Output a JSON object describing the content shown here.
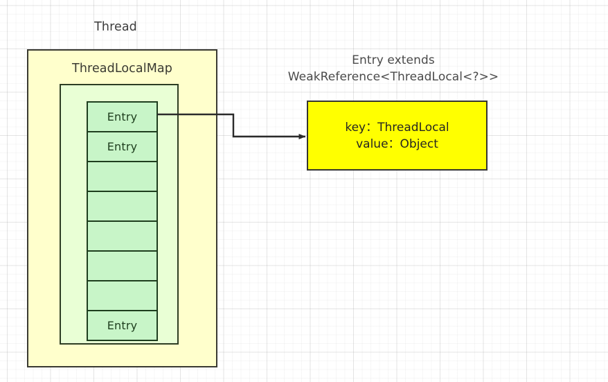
{
  "diagram": {
    "title_thread": "Thread",
    "title_threadlocalmap": "ThreadLocalMap",
    "entry_extends_line1": "Entry extends",
    "entry_extends_line2": "WeakReference<ThreadLocal<?>>",
    "entry_detail": {
      "key_line": "key：ThreadLocal",
      "value_line": "value：Object"
    },
    "entry_table": {
      "cells": [
        {
          "label": "Entry",
          "filled": true
        },
        {
          "label": "Entry",
          "filled": true
        },
        {
          "label": "",
          "filled": false
        },
        {
          "label": "",
          "filled": false
        },
        {
          "label": "",
          "filled": false
        },
        {
          "label": "",
          "filled": false
        },
        {
          "label": "",
          "filled": false
        },
        {
          "label": "Entry",
          "filled": true
        }
      ]
    },
    "connector": {
      "name": "entry-to-detail-arrow",
      "from": "entry-cell-0",
      "to": "entry-detail-box"
    },
    "colors": {
      "thread_fill": "#ffffcc",
      "threadlocalmap_fill": "#e9ffd5",
      "entry_cell_fill": "#c8f5c8",
      "entry_detail_fill": "#ffff00",
      "border_dark": "#353530",
      "border_green": "#1e3d1e",
      "text_dark": "#3a3a3a",
      "background": "#ffffff",
      "grid_line": "#d9d9d9"
    }
  }
}
